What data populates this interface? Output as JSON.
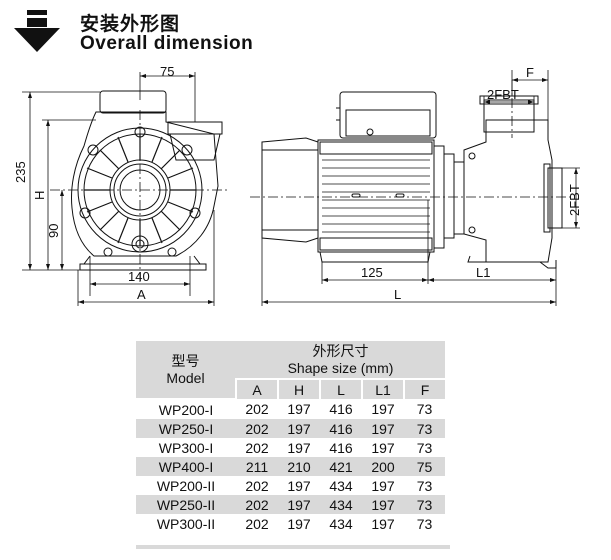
{
  "header": {
    "title_cn": "安装外形图",
    "title_en": "Overall dimension",
    "icon": "down-arrow-icon"
  },
  "drawing": {
    "front_view": {
      "dim_top": "75",
      "dim_235": "235",
      "dim_H": "H",
      "dim_90": "90",
      "dim_140": "140",
      "dim_A": "A"
    },
    "side_view": {
      "dim_F": "F",
      "dim_2FBT_top": "2FBT",
      "dim_2FBT_right": "2FBT",
      "dim_125": "125",
      "dim_L1": "L1",
      "dim_L": "L"
    }
  },
  "table": {
    "model_header_cn": "型号",
    "model_header_en": "Model",
    "shape_header_cn": "外形尺寸",
    "shape_header_en": "Shape size (mm)",
    "columns": [
      "A",
      "H",
      "L",
      "L1",
      "F"
    ],
    "rows": [
      {
        "model": "WP200-I",
        "values": [
          "202",
          "197",
          "416",
          "197",
          "73"
        ]
      },
      {
        "model": "WP250-I",
        "values": [
          "202",
          "197",
          "416",
          "197",
          "73"
        ]
      },
      {
        "model": "WP300-I",
        "values": [
          "202",
          "197",
          "416",
          "197",
          "73"
        ]
      },
      {
        "model": "WP400-I",
        "values": [
          "211",
          "210",
          "421",
          "200",
          "75"
        ]
      },
      {
        "model": "WP200-II",
        "values": [
          "202",
          "197",
          "434",
          "197",
          "73"
        ]
      },
      {
        "model": "WP250-II",
        "values": [
          "202",
          "197",
          "434",
          "197",
          "73"
        ]
      },
      {
        "model": "WP300-II",
        "values": [
          "202",
          "197",
          "434",
          "197",
          "73"
        ]
      }
    ]
  }
}
